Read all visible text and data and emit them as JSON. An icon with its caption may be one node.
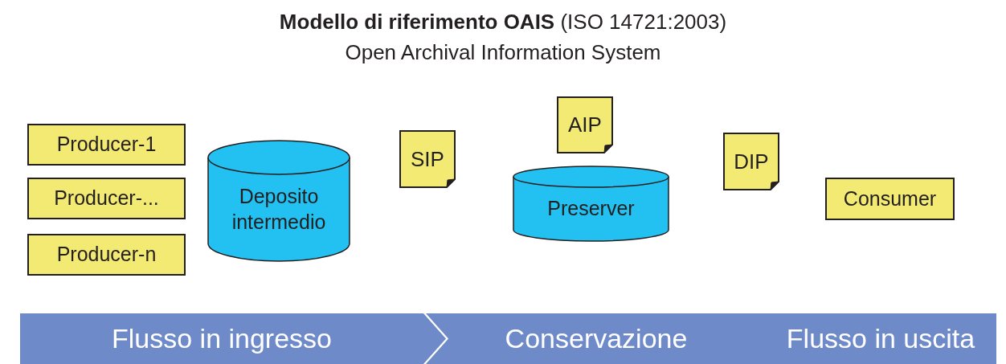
{
  "diagram": {
    "title": "**Modello di riferimento OAIS** (ISO 14721:2003)",
    "nodes": [
      {
        "text": [
          "Producer-1"
        ]
      },
      {
        "text": [
          "Producer-..."
        ]
      },
      {
        "text": [
          "Producer-n"
        ]
      },
      {
        "text": [
          "Deposito intermedio"
        ]
      },
      {
        "text": [
          "SIP"
        ]
      },
      {
        "text": [
          "AIP"
        ]
      },
      {
        "text": [
          "Preserver"
        ]
      },
      {
        "text": [
          "DIP"
        ]
      },
      {
        "text": [
          "Consumer"
        ]
      },
      {
        "text": [
          "Flusso in ingresso"
        ]
      },
      {
        "text": [
          "Conservazione"
        ]
      },
      {
        "text": [
          "Flusso in uscita"
        ]
      }
    ],
    "labels": [
      "Open Archival Information System"
    ]
  }
}
